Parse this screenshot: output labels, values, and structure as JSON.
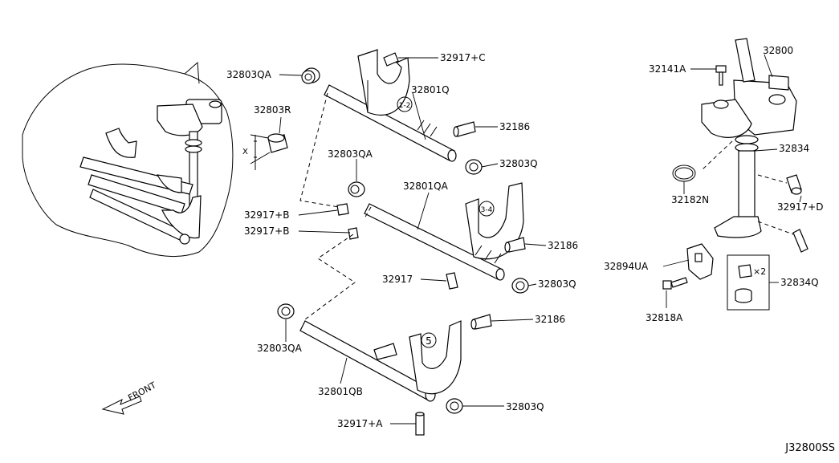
{
  "diagram_id": "J32800SS",
  "front_label": "FRONT",
  "callouts": [
    {
      "key": "c1",
      "text": "32803QA"
    },
    {
      "key": "c2",
      "text": "32803R"
    },
    {
      "key": "c3",
      "text": "X"
    },
    {
      "key": "c4",
      "text": "32917+C"
    },
    {
      "key": "c5",
      "text": "32801Q"
    },
    {
      "key": "c6",
      "text": "32186"
    },
    {
      "key": "c7",
      "text": "32803Q"
    },
    {
      "key": "c8",
      "text": "32803QA"
    },
    {
      "key": "c9",
      "text": "32801QA"
    },
    {
      "key": "c10",
      "text": "32917+B"
    },
    {
      "key": "c11",
      "text": "32917+B"
    },
    {
      "key": "c12",
      "text": "32186"
    },
    {
      "key": "c13",
      "text": "32917"
    },
    {
      "key": "c14",
      "text": "32803Q"
    },
    {
      "key": "c15",
      "text": "32186"
    },
    {
      "key": "c16",
      "text": "32803QA"
    },
    {
      "key": "c17",
      "text": "32801QB"
    },
    {
      "key": "c18",
      "text": "32803Q"
    },
    {
      "key": "c19",
      "text": "32917+A"
    },
    {
      "key": "c20",
      "text": "32141A"
    },
    {
      "key": "c21",
      "text": "32800"
    },
    {
      "key": "c22",
      "text": "32834"
    },
    {
      "key": "c23",
      "text": "32182N"
    },
    {
      "key": "c24",
      "text": "32917+D"
    },
    {
      "key": "c25",
      "text": "32894UA"
    },
    {
      "key": "c26",
      "text": "32834Q"
    },
    {
      "key": "c27",
      "text": "32818A"
    },
    {
      "key": "c28",
      "text": "×2"
    }
  ],
  "fork_markers": [
    {
      "key": "m1",
      "text": "1-2"
    },
    {
      "key": "m2",
      "text": "3-4"
    },
    {
      "key": "m3",
      "text": "5"
    }
  ]
}
